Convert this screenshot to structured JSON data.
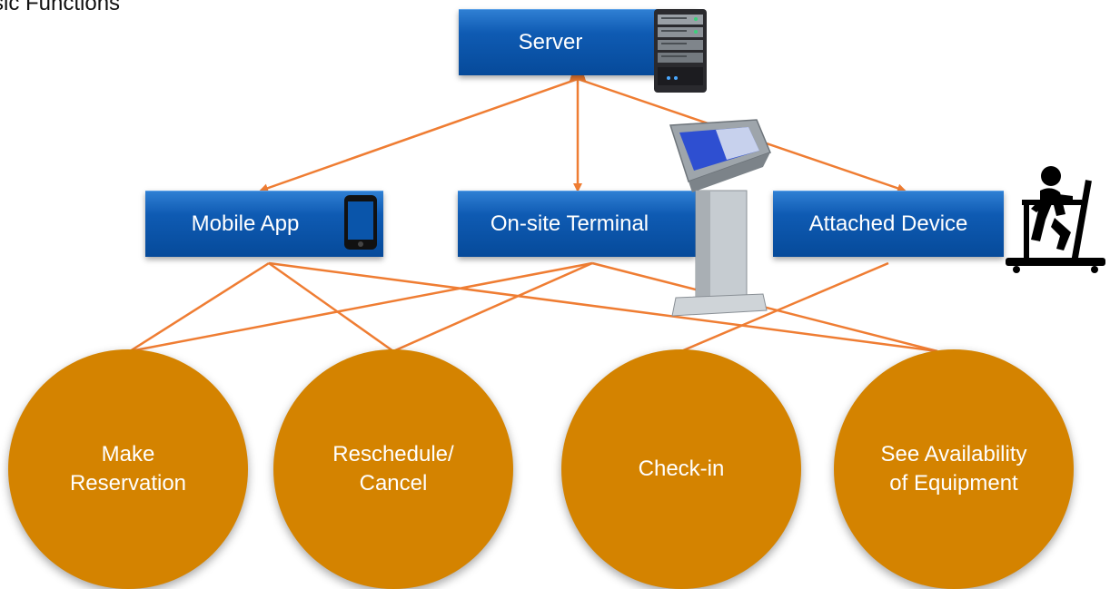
{
  "heading": "sic Functions",
  "nodes": {
    "server": "Server",
    "mobile_app": "Mobile App",
    "terminal": "On-site Terminal",
    "device": "Attached Device"
  },
  "functions": [
    "Make\nReservation",
    "Reschedule/\nCancel",
    "Check-in",
    "See Availability\nof Equipment"
  ],
  "colors": {
    "box": "#0a55aa",
    "circle": "#d48300",
    "connector": "#ef7d33"
  },
  "icons": {
    "server": "server-tower-icon",
    "mobile_app": "smartphone-icon",
    "terminal": "kiosk-terminal-icon",
    "device": "treadmill-runner-icon"
  }
}
